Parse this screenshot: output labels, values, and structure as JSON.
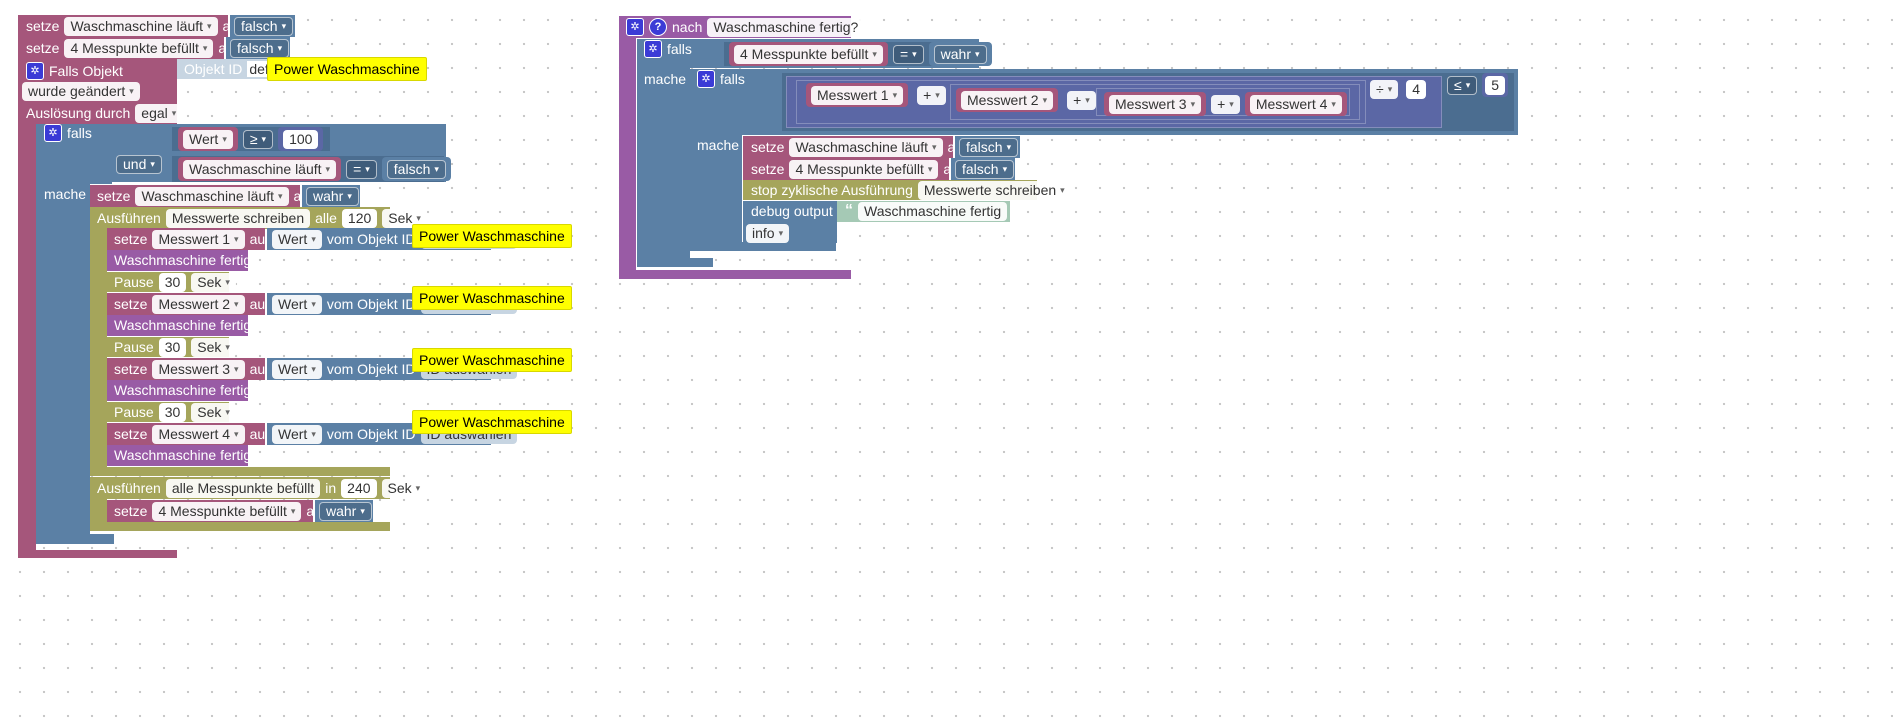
{
  "kw": {
    "setze": "setze",
    "auf": "auf",
    "falls": "falls",
    "mache": "mache",
    "und": "und",
    "ausfuehren": "Ausführen",
    "alle": "alle",
    "in": "in",
    "pause": "Pause",
    "vom_objekt_id": "vom Objekt ID",
    "falls_objekt": "Falls Objekt",
    "objekt_id": "Objekt ID",
    "objekt_id_value": "defa",
    "wurde_geaendert": "wurde geändert",
    "ausloesung_durch": "Auslösung durch",
    "egal": "egal",
    "nach": "nach",
    "stop": "stop zyklische Ausführung",
    "debug_output": "debug output",
    "info": "info",
    "id_auswaehlen": "ID auswählen"
  },
  "vars": {
    "wm_laeuft": "Waschmaschine läuft",
    "messpunkte": "4 Messpunkte befüllt",
    "mw1": "Messwert 1",
    "mw2": "Messwert 2",
    "mw3": "Messwert 3",
    "mw4": "Messwert 4"
  },
  "values": {
    "falsch": "falsch",
    "wahr": "wahr",
    "wert": "Wert",
    "ge": "≥",
    "le": "≤",
    "eq": "=",
    "plus": "+",
    "div": "÷",
    "n100": "100",
    "n120": "120",
    "n30": "30",
    "n240": "240",
    "n4": "4",
    "n5": "5",
    "sek": "Sek"
  },
  "names": {
    "messwerte_schreiben": "Messwerte schreiben",
    "alle_messpunkte": "alle Messpunkte befüllt",
    "wm_fertig_call": "Waschmaschine fertig?",
    "wm_fertig_def": "Waschmaschine fertig?",
    "debug_text": "Waschmaschine fertig",
    "power": "Power Waschmaschine"
  },
  "colors": {
    "variables": "#a5567b",
    "logic": "#5b80a5",
    "procedures": "#995ba5",
    "timers": "#a5a55b",
    "text": "#a5c9b5",
    "math": "#5b67a5",
    "comment": "#ffff00"
  }
}
